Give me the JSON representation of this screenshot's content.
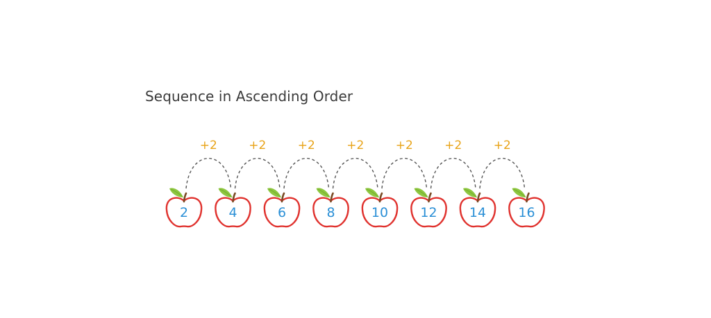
{
  "title": "Sequence in Ascending Order",
  "sequence": [
    2,
    4,
    6,
    8,
    10,
    12,
    14,
    16
  ],
  "step_label": "+2",
  "colors": {
    "title": "#3a3a3a",
    "number": "#2a8fd6",
    "step_label": "#e8a317",
    "apple_outline": "#e0322e",
    "leaf": "#8dc63f",
    "stem": "#7a4a24",
    "arc": "#555555"
  },
  "icons": {
    "apple": "apple-icon",
    "leaf": "leaf-icon"
  }
}
